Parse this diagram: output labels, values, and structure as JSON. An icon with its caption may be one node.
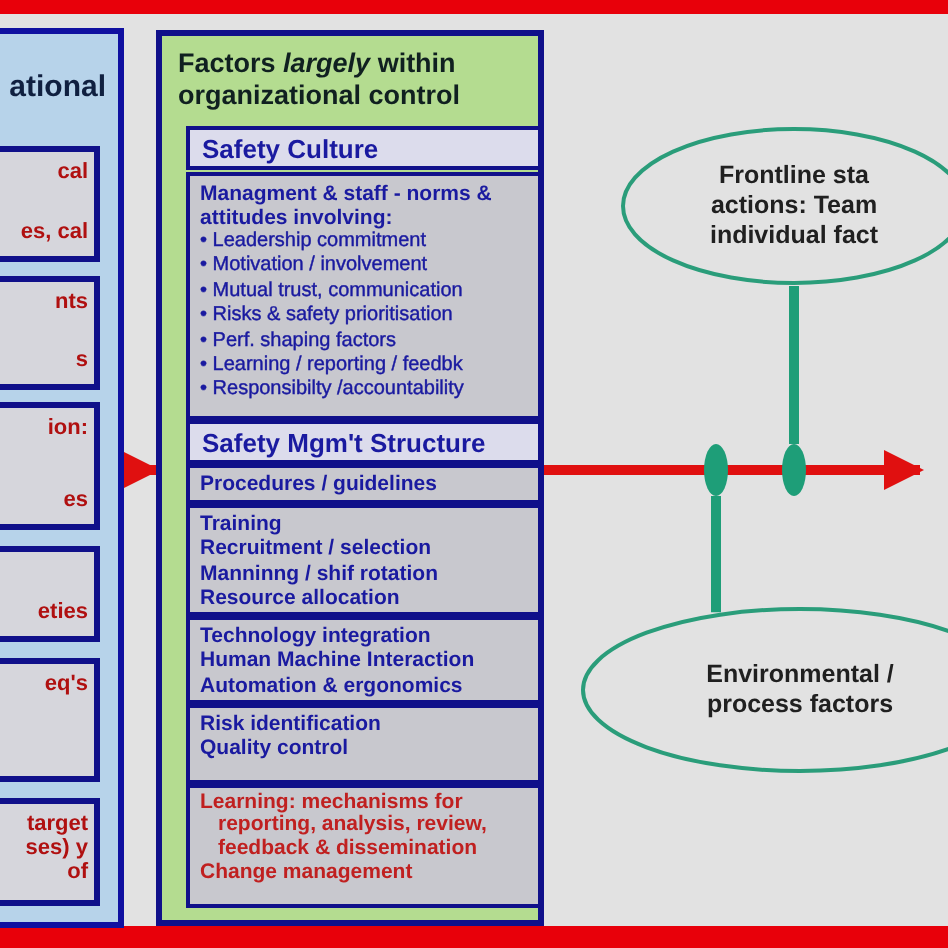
{
  "diagram": {
    "nodes": [
      {
        "text": [
          "ational"
        ]
      },
      {
        "text": [
          "cal",
          "es, cal"
        ],
        "in": 0
      },
      {
        "text": [
          "nts",
          "s"
        ],
        "in": 0
      },
      {
        "text": [
          "ion:",
          "es"
        ],
        "in": 0
      },
      {
        "text": [
          "eties"
        ],
        "in": 0
      },
      {
        "text": [
          "eq's"
        ],
        "in": 0
      },
      {
        "text": [
          "target ses) y of"
        ],
        "in": 0
      },
      {
        "text": [
          "Factors *largely* within organizational control"
        ]
      },
      {
        "text": [
          "Safety Culture"
        ],
        "in": 7
      },
      {
        "text": [
          "Managment & staff - norms & attitudes involving:",
          "• Leadership commitment",
          "• Motivation / involvement",
          "• Mutual trust, communication",
          "• Risks & safety prioritisation",
          "• Perf. shaping factors",
          "• Learning / reporting / feedbk",
          "• Responsibilty /accountability"
        ],
        "in": 7
      },
      {
        "text": [
          "Safety Mgm't Structure"
        ],
        "in": 7
      },
      {
        "text": [
          "Procedures / guidelines"
        ],
        "in": 7
      },
      {
        "text": [
          "Training",
          "Recruitment / selection",
          "Manninng / shif rotation",
          "Resource allocation"
        ],
        "in": 7
      },
      {
        "text": [
          "Technology integration",
          "Human Machine Interaction",
          "Automation & ergonomics"
        ],
        "in": 7
      },
      {
        "text": [
          "Risk identification",
          "Quality control"
        ],
        "in": 7
      },
      {
        "text": [
          "Learning: mechanisms for reporting, analysis, review, feedback & dissemination",
          "Change management"
        ],
        "in": 7
      },
      {
        "text": [
          "Frontline sta actions: Team individual fact"
        ]
      },
      {
        "text": [
          "Environmental / process factors"
        ]
      },
      {
        "text": [],
        "shape": "oval"
      },
      {
        "text": [],
        "shape": "oval"
      }
    ],
    "edges": [
      {
        "from": 0,
        "to": 7,
        "arrow": "to",
        "color": "#e01010"
      },
      {
        "from": 7,
        "to": null,
        "arrow": "to",
        "color": "#e01010"
      },
      {
        "from": 16,
        "to": 19,
        "arrow": "none",
        "color": "#1e9e78"
      },
      {
        "from": 17,
        "to": 18,
        "arrow": "none",
        "color": "#1e9e78"
      }
    ]
  }
}
